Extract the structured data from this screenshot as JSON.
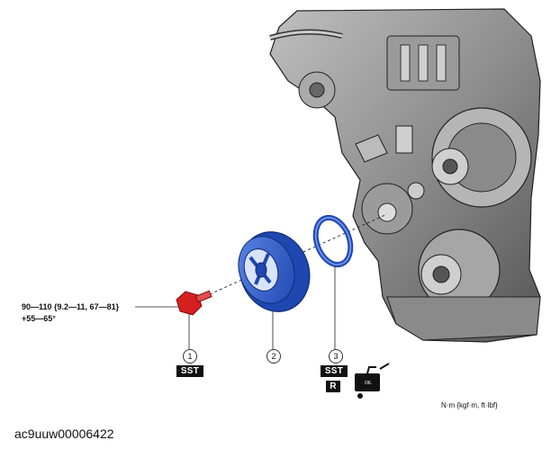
{
  "diagram": {
    "torque_spec": {
      "line1": "90—110 {9.2—11, 67—81}",
      "line2": "+55—65°"
    },
    "callouts": [
      "1",
      "2",
      "3"
    ],
    "tags": {
      "sst_1": "SST",
      "sst_3": "SST",
      "replace": "R",
      "oil_can": "OIL"
    },
    "units_note": "N·m {kgf·m, ft·lbf}",
    "figure_id": "ac9uuw00006422",
    "colors": {
      "part_highlight_blue": "#2b5fcf",
      "bolt_red": "#d61f1f",
      "engine_gray": "#7a7a7a"
    }
  }
}
